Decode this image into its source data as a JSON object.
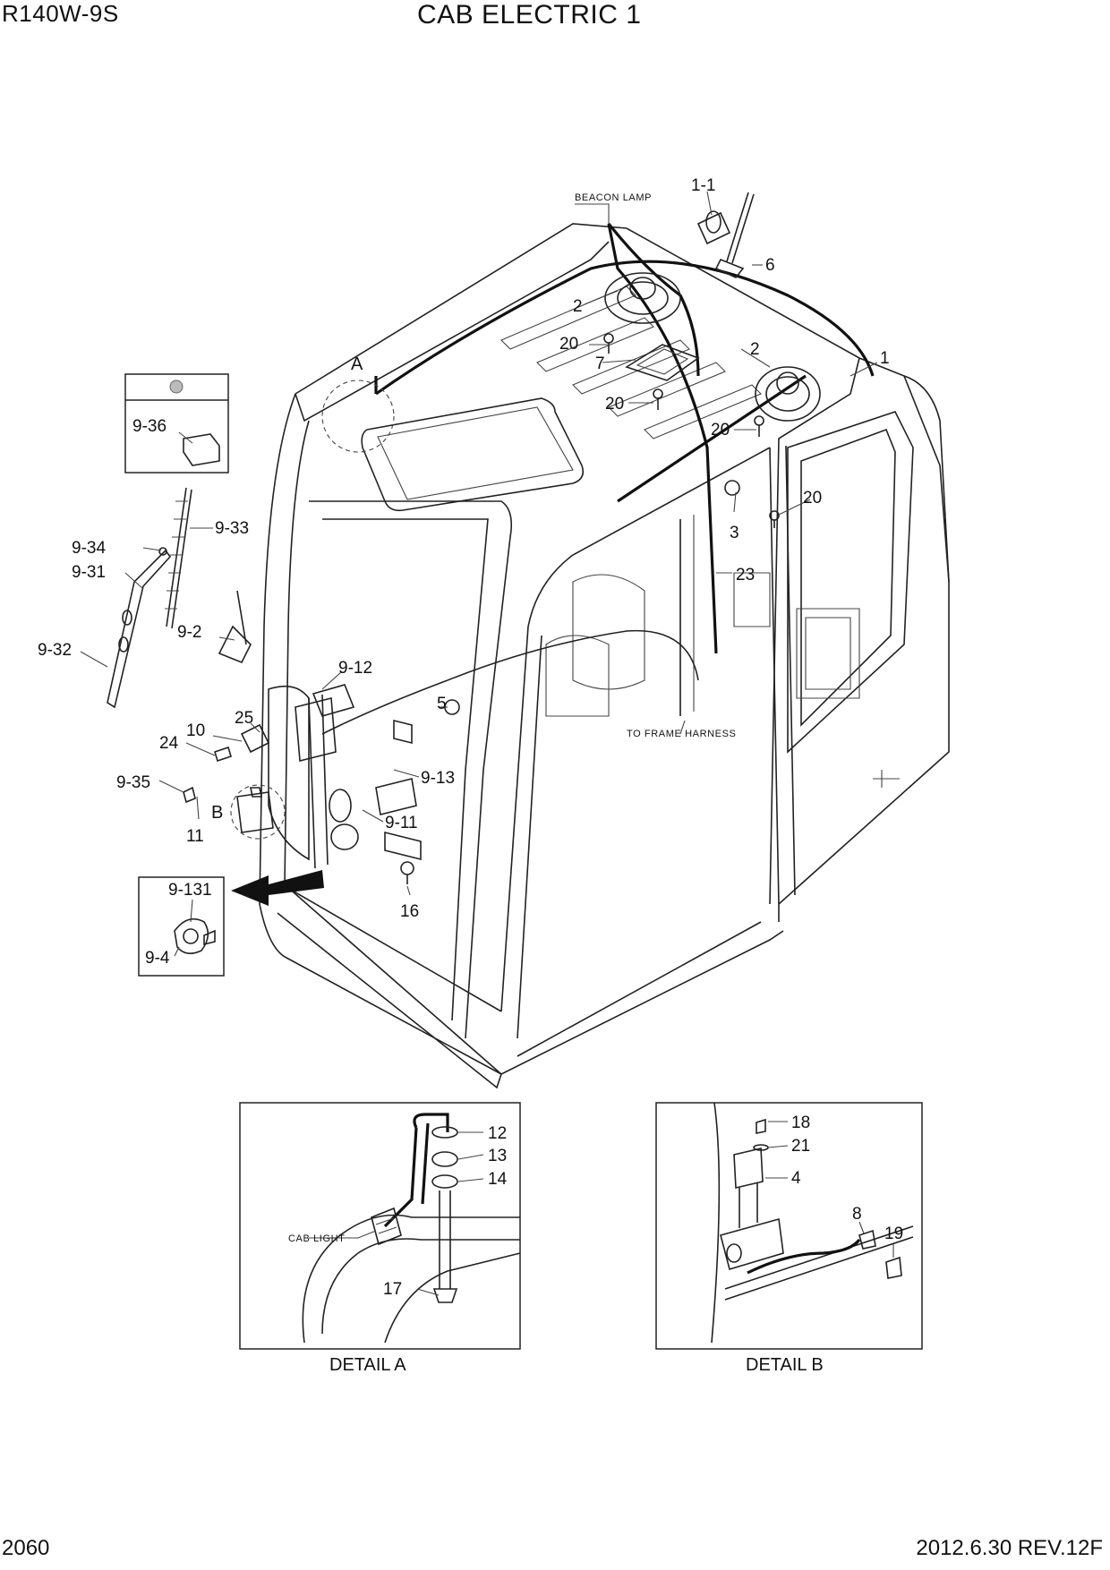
{
  "header": {
    "model": "R140W-9S",
    "title": "CAB ELECTRIC 1"
  },
  "footer": {
    "page_number": "2060",
    "revision": "2012.6.30  REV.12F"
  },
  "diagram": {
    "annotations": {
      "beacon_lamp": "BEACON LAMP",
      "to_frame_harness": "TO FRAME HARNESS",
      "cab_light": "CAB LIGHT"
    },
    "detail_markers": {
      "a": "A",
      "b": "B"
    },
    "detail_captions": {
      "a": "DETAIL A",
      "b": "DETAIL B"
    },
    "callouts": {
      "p1_1": "1-1",
      "p6": "6",
      "p2a": "2",
      "p20a": "20",
      "p7": "7",
      "p2b": "2",
      "p1": "1",
      "p20b": "20",
      "p20c": "20",
      "p20d": "20",
      "p3": "3",
      "p23": "23",
      "p9_36": "9-36",
      "p9_33": "9-33",
      "p9_34": "9-34",
      "p9_31": "9-31",
      "p9_2": "9-2",
      "p9_32": "9-32",
      "p9_12": "9-12",
      "p5": "5",
      "p25": "25",
      "p10": "10",
      "p24": "24",
      "p9_35": "9-35",
      "p9_13": "9-13",
      "p9_11": "9-11",
      "p11": "11",
      "p16": "16",
      "p9_131": "9-131",
      "p9_4": "9-4",
      "p12": "12",
      "p13": "13",
      "p14": "14",
      "p17": "17",
      "p18": "18",
      "p21": "21",
      "p4": "4",
      "p8": "8",
      "p19": "19"
    }
  }
}
